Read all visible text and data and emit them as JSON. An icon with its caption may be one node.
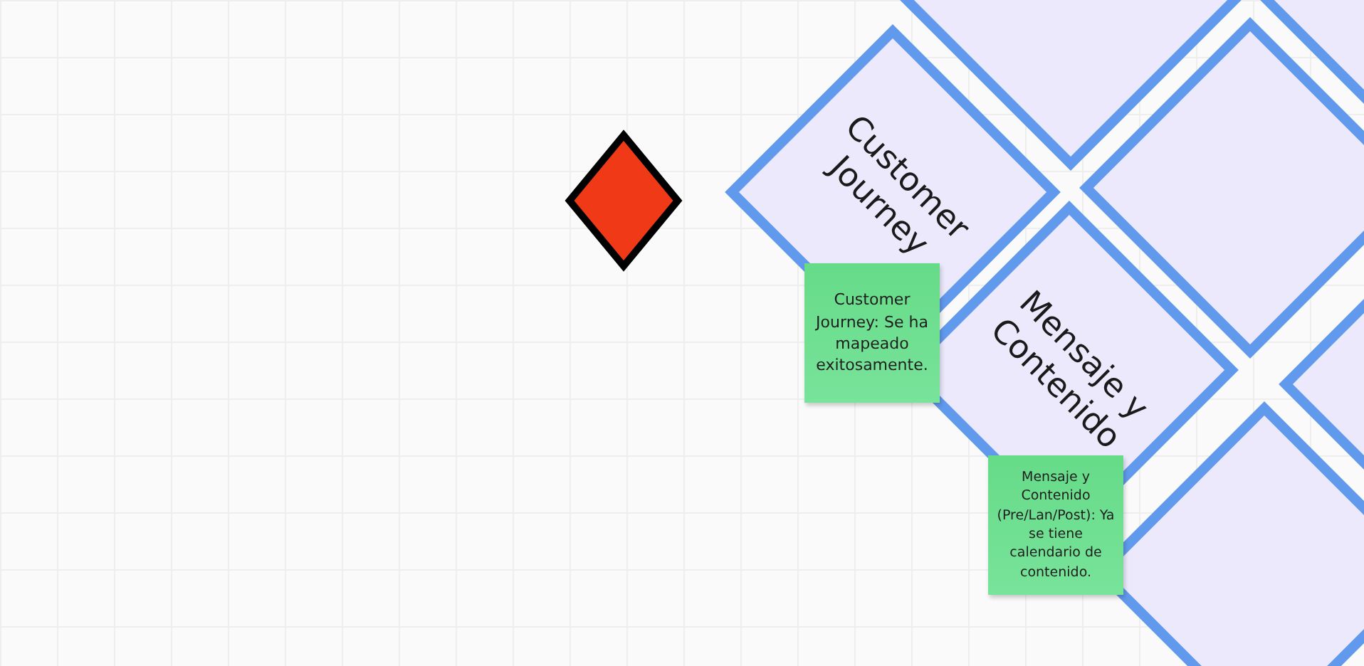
{
  "diagram": {
    "nodes": [
      {
        "text": [],
        "shape": "diamond"
      },
      {
        "text": [],
        "shape": "diamond"
      },
      {
        "text": [],
        "shape": "diamond"
      },
      {
        "text": [
          "Customer Journey"
        ]
      },
      {
        "text": [],
        "shape": "diamond"
      },
      {
        "text": [
          "Customer Journey: Se ha mapeado exitosamente."
        ]
      },
      {
        "text": [
          "Mensaje y Contenido"
        ]
      },
      {
        "text": [],
        "shape": "diamond"
      },
      {
        "text": [],
        "shape": "diamond"
      },
      {
        "text": [
          "Mensaje y Contenido (Pre/Lan/Post): Ya se tiene calendario de contenido."
        ]
      }
    ]
  }
}
